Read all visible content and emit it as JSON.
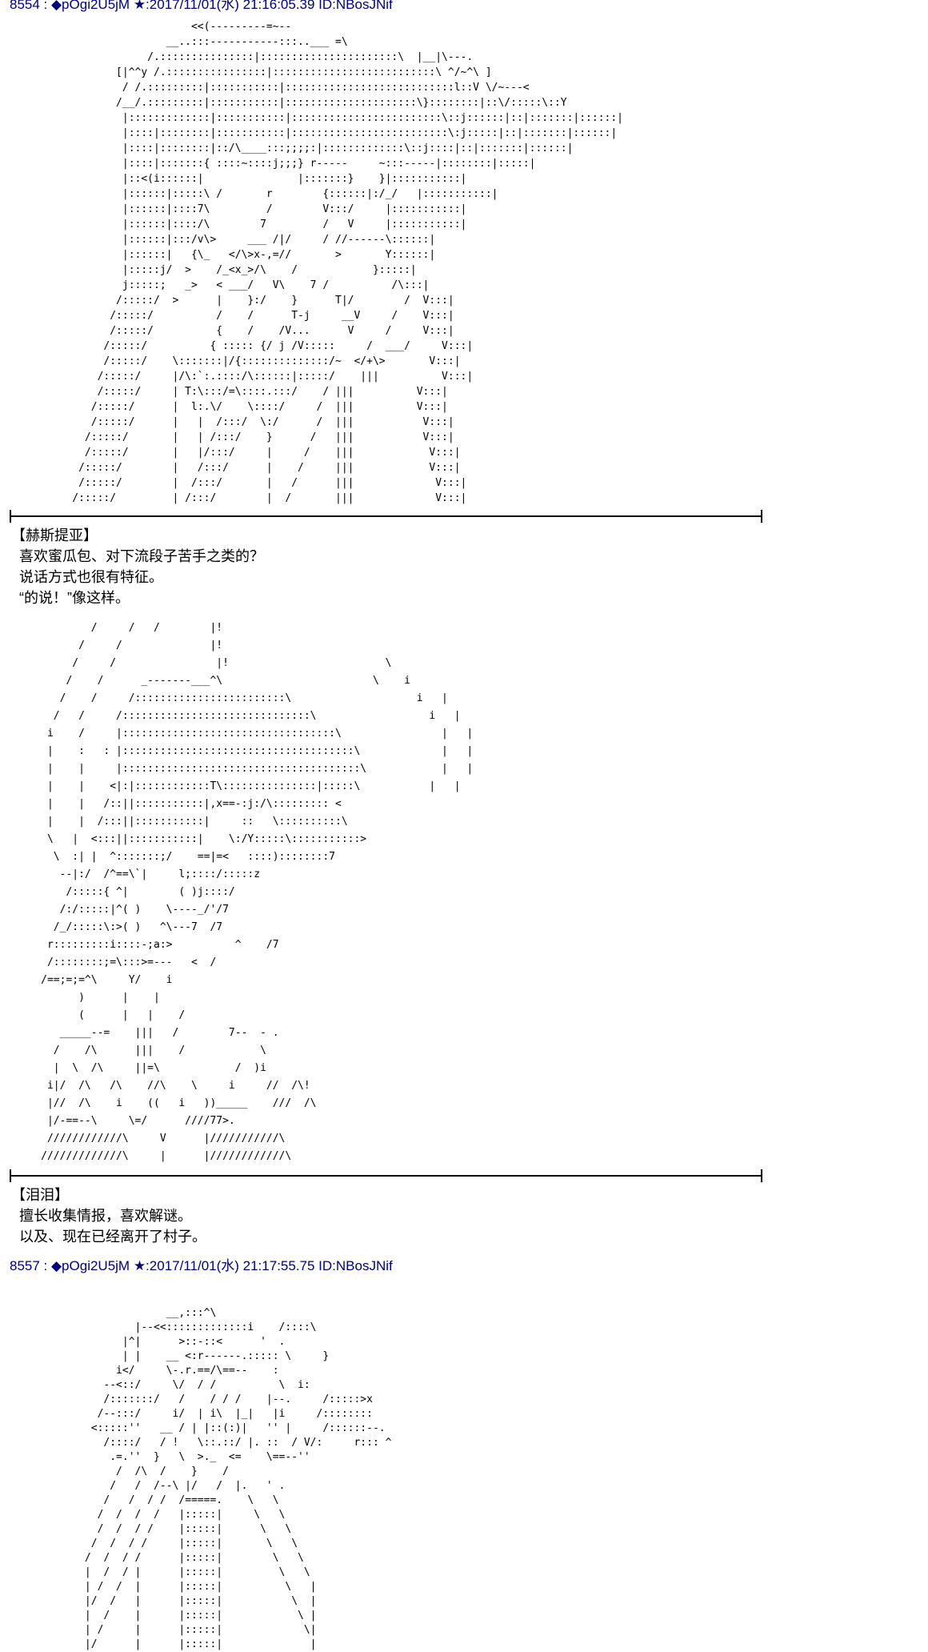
{
  "page": {
    "background": "#ffffff",
    "header_color": "#000080",
    "text_color": "#000000"
  },
  "posts": [
    {
      "header": "8554 : ◆pOgi2U5jM ★:2017/11/01(水) 21:16:05.39 ID:NBosJNif",
      "ascii_art_1": [
        "                             <<(---------=~--",
        "                         __..:::-----------:::..___ =\\",
        "                      /.:::::::::::::::|::::::::::::::::::::::\\  |__|\\---.",
        "                 [|^^y /.::::::::::::::::|::::::::::::::::::::::::::\\ ^/~^\\ ]",
        "                  / /.:::::::::|:::::::::::|:::::::::::::::::::::::::::l::V \\/~---<",
        "                 /__/.:::::::::|:::::::::::|:::::::::::::::::::::\\}::::::::|::\\/:::::\\::Y",
        "                  |:::::::::::::|:::::::::::|::::::::::::::::::::::::\\::j::::::|::|:::::::|::::::|",
        "                  |::::|::::::::|:::::::::::|:::::::::::::::::::::::::\\:j:::::|::|:::::::|::::::|",
        "                  |::::|::::::::|::/\\____:::;;;;:|:::::::::::::\\::j::::|::|:::::::|::::::|",
        "                  |::::|:::::::{ ::::~::::j;;;} r-----     ~:::-----|::::::::|:::::|",
        "                  |::<(i::::::|               |:::::::}    }|:::::::::::|",
        "                  |::::::|:::::\\ /       r        {::::::|:/_/   |:::::::::::|",
        "                  |::::::|::::7\\         /        V:::/     |:::::::::::|",
        "                  |::::::|::::/\\        7         /   V     |:::::::::::|",
        "                  |::::::|:::/v\\>     ___ /|/     / //------\\::::::|",
        "                  |::::::|   {\\_   </\\>x-,=//       >       Y::::::|",
        "                  |:::::j/  >    /_<x_>/\\    /            }:::::|",
        "                  j:::::;   _>   < ___/   V\\    7 /          /\\:::|",
        "                 /:::::/  >      |    }:/    }      T|/        /  V:::|",
        "                /:::::/          /    /      T-j     __V     /    V:::|",
        "                /:::::/          {    /    /V...      V     /     V:::|",
        "               /:::::/          { ::::: {/ j /V:::::     /  ___/     V:::|",
        "               /:::::/    \\:::::::|/{::::::::::::::/~  </+\\>       V:::|",
        "              /:::::/     |/\\:`:.::::/\\::::::|:::::/    |||          V:::|",
        "              /:::::/     | T:\\:::/=\\::::.:::/    / |||          V:::|",
        "             /:::::/      |  l:.\\/    \\::::/     /  |||          V:::|",
        "             /:::::/      |   |  /:::/  \\:/      /  |||           V:::|",
        "            /:::::/       |   | /:::/    }      /   |||           V:::|",
        "            /:::::/       |   |/:::/     |     /    |||            V:::|",
        "           /:::::/        |   /:::/      |    /     |||            V:::|",
        "           /:::::/        |  /:::/       |   /      |||             V:::|",
        "          /:::::/         | /:::/        |  /       |||             V:::|"
      ],
      "dialogue_1": {
        "name": "【赫斯提亚】",
        "lines": [
          "  喜欢蜜瓜包、对下流段子苦手之类的？",
          "  说话方式也很有特征。",
          "  “的说！”像这样。"
        ]
      },
      "ascii_art_2": [
        "             /     /   /        |!",
        "           /     /              |!",
        "          /     /                |!                         \\",
        "         /    /      _-------___^\\                        \\    i",
        "        /    /     /::::::::::::::::::::::::\\                    i   |",
        "       /   /     /::::::::::::::::::::::::::::::\\                  i   |",
        "      i    /     |::::::::::::::::::::::::::::::::::\\                |   |",
        "      |    :   : |:::::::::::::::::::::::::::::::::::::\\             |   |",
        "      |    |     |::::::::::::::::::::::::::::::::::::::\\            |   |",
        "      |    |    <|:|::::::::::::T\\:::::::::::::::|:::::\\           |   |",
        "      |    |   /::||:::::::::::|,x==-:j:/\\::::::::: <",
        "      |    |  /:::||:::::::::::|     ::   \\::::::::::\\",
        "      \\   |  <:::||:::::::::::|    \\:/Y:::::\\:::::::::::>",
        "       \\  :| |  ^:::::::;/    ==|=<   ::::)::::::::7",
        "        --|:/  /^==\\`|     l;::::/:::::z",
        "         /:::::{ ^|        ( )j::::/",
        "        /:/:::::|^( )    \\----_/'/7",
        "       /_/:::::\\:>( )   ^\\---7  /7",
        "      r:::::::::i::::-;a:>          ^    /7",
        "      /::::::::;=\\:::>=---   <  /",
        "     /==;=;=^\\     Y/    i",
        "           )      |    |",
        "           (      |   |    /",
        "        _____--=    |||   /        7--  - .",
        "       /    /\\      |||    /            \\",
        "       |  \\  /\\     ||=\\            /  )i",
        "      i|/  /\\   /\\    //\\    \\     i     //  /\\!",
        "      |//  /\\    i    ((   i   ))_____    ///  /\\",
        "      |/-==--\\     \\=/      ////77>.",
        "      ////////////\\     V      |///////////\\",
        "     /////////////\\     |      |////////////\\"
      ],
      "dialogue_2": {
        "name": "【泪泪】",
        "lines": [
          "  擅长收集情报，喜欢解谜。",
          "  以及、现在已经离开了村子。"
        ]
      }
    },
    {
      "header": "8557 : ◆pOgi2U5jM ★:2017/11/01(水) 21:17:55.75 ID:NBosJNif",
      "ascii_art": [
        "                         __,:::^\\",
        "                    |--<<:::::::::::::i    /::::\\",
        "                  |^|      >::-::<      '  .",
        "                  | |    __ <:r------.::::: \\     }",
        "                 i</     \\-.r.==/\\==--    :",
        "               --<::/     \\/  / /          \\  i:",
        "               /:::::::/   /    / / /    |--.     /:::::>x",
        "              /--:::/     i/  | i\\  |_|   |i     /::::::::",
        "             <:::::''   __ / | |::(:)|   '' |     /::::::--.",
        "               /::::/   / !   \\::.::/ |. ::  / V/:     r::: ^",
        "                .=.''  }   \\  >._  <=    \\==--''",
        "                 /  /\\  /    }    /",
        "                /   /  /--\\ |/   /  |.   ' .",
        "               /   /  / /  /=====.    \\   \\",
        "              /  /  /  /   |:::::|     \\   \\",
        "              /  /  / /    |:::::|      \\   \\",
        "             /  /  / /     |:::::|       \\   \\",
        "            /  /  / /      |:::::|        \\   \\",
        "            |  /  / |      |:::::|         \\   \\",
        "            | /  /  |      |:::::|          \\   |",
        "            |/  /   |      |:::::|           \\  |",
        "            |  /    |      |:::::|            \\ |",
        "            | /     |      |:::::|             \\|",
        "            |/      |      |:::::|              |"
      ]
    }
  ]
}
